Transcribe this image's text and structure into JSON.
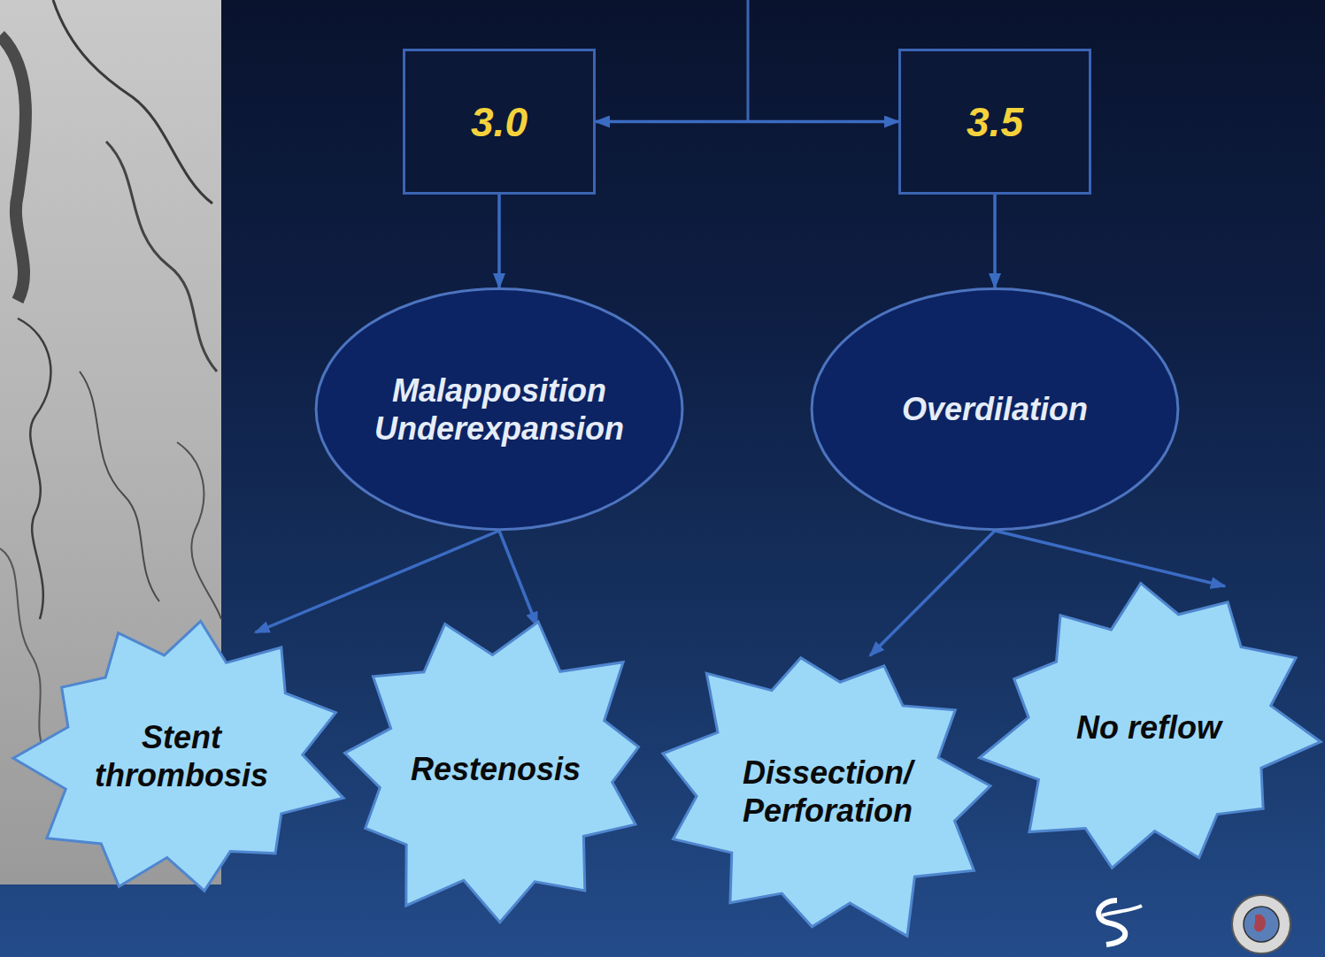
{
  "diagram": {
    "nodes": [
      {
        "text": [
          "3.0"
        ]
      },
      {
        "text": [
          "3.5"
        ]
      },
      {
        "text": [
          "Malapposition Underexpansion"
        ]
      },
      {
        "text": [
          "Overdilation"
        ]
      },
      {
        "text": [
          "Stent thrombosis"
        ]
      },
      {
        "text": [
          "Restenosis"
        ]
      },
      {
        "text": [
          "Dissection/ Perforation"
        ]
      },
      {
        "text": [
          "No reflow"
        ]
      }
    ],
    "edges": [
      {
        "from": 0,
        "to": 1,
        "arrow": "both"
      },
      {
        "from": 0,
        "to": 2,
        "arrow": "to"
      },
      {
        "from": 1,
        "to": 3,
        "arrow": "to"
      },
      {
        "from": 2,
        "to": 4,
        "arrow": "to"
      },
      {
        "from": 2,
        "to": 5,
        "arrow": "to"
      },
      {
        "from": 3,
        "to": 6,
        "arrow": "to"
      },
      {
        "from": 3,
        "to": 7,
        "arrow": "to"
      }
    ]
  }
}
